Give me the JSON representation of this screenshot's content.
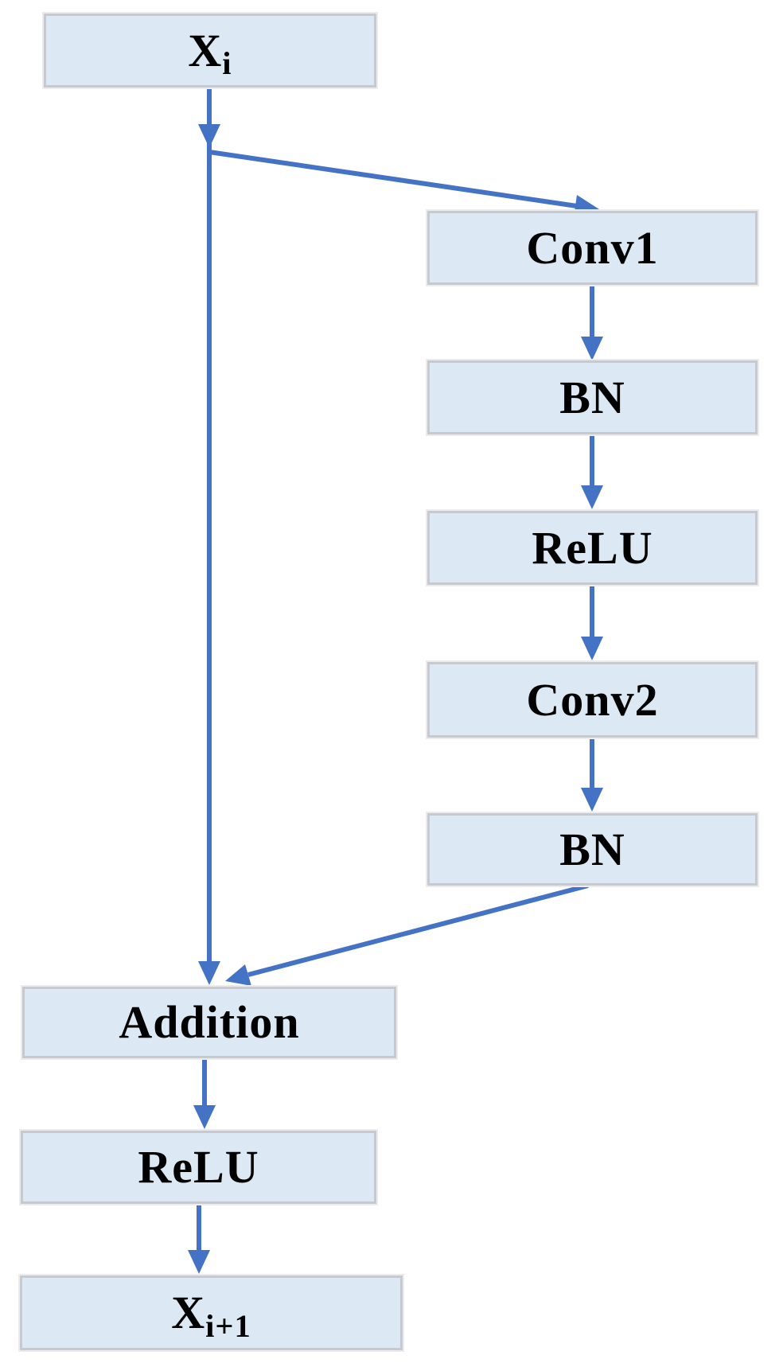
{
  "diagram": {
    "description": "Residual block flowchart",
    "colors": {
      "node_fill": "#dce8f4",
      "node_border": "#c6c9cd",
      "arrow": "#4472c4",
      "text": "#000000",
      "background": "#ffffff"
    },
    "nodes": [
      {
        "id": "xi",
        "label": "X",
        "sub": "i"
      },
      {
        "id": "conv1",
        "label": "Conv1"
      },
      {
        "id": "bn1",
        "label": "BN"
      },
      {
        "id": "relu1",
        "label": "ReLU"
      },
      {
        "id": "conv2",
        "label": "Conv2"
      },
      {
        "id": "bn2",
        "label": "BN"
      },
      {
        "id": "addition",
        "label": "Addition"
      },
      {
        "id": "relu2",
        "label": "ReLU"
      },
      {
        "id": "xi_plus_1",
        "label": "X",
        "sub": "i+1"
      }
    ],
    "edges": [
      {
        "from": "xi",
        "to": "conv1",
        "kind": "branch-diagonal"
      },
      {
        "from": "xi",
        "to": "addition",
        "kind": "skip-connection"
      },
      {
        "from": "conv1",
        "to": "bn1",
        "kind": "straight"
      },
      {
        "from": "bn1",
        "to": "relu1",
        "kind": "straight"
      },
      {
        "from": "relu1",
        "to": "conv2",
        "kind": "straight"
      },
      {
        "from": "conv2",
        "to": "bn2",
        "kind": "straight"
      },
      {
        "from": "bn2",
        "to": "addition",
        "kind": "merge-diagonal"
      },
      {
        "from": "addition",
        "to": "relu2",
        "kind": "straight"
      },
      {
        "from": "relu2",
        "to": "xi_plus_1",
        "kind": "straight"
      }
    ]
  }
}
